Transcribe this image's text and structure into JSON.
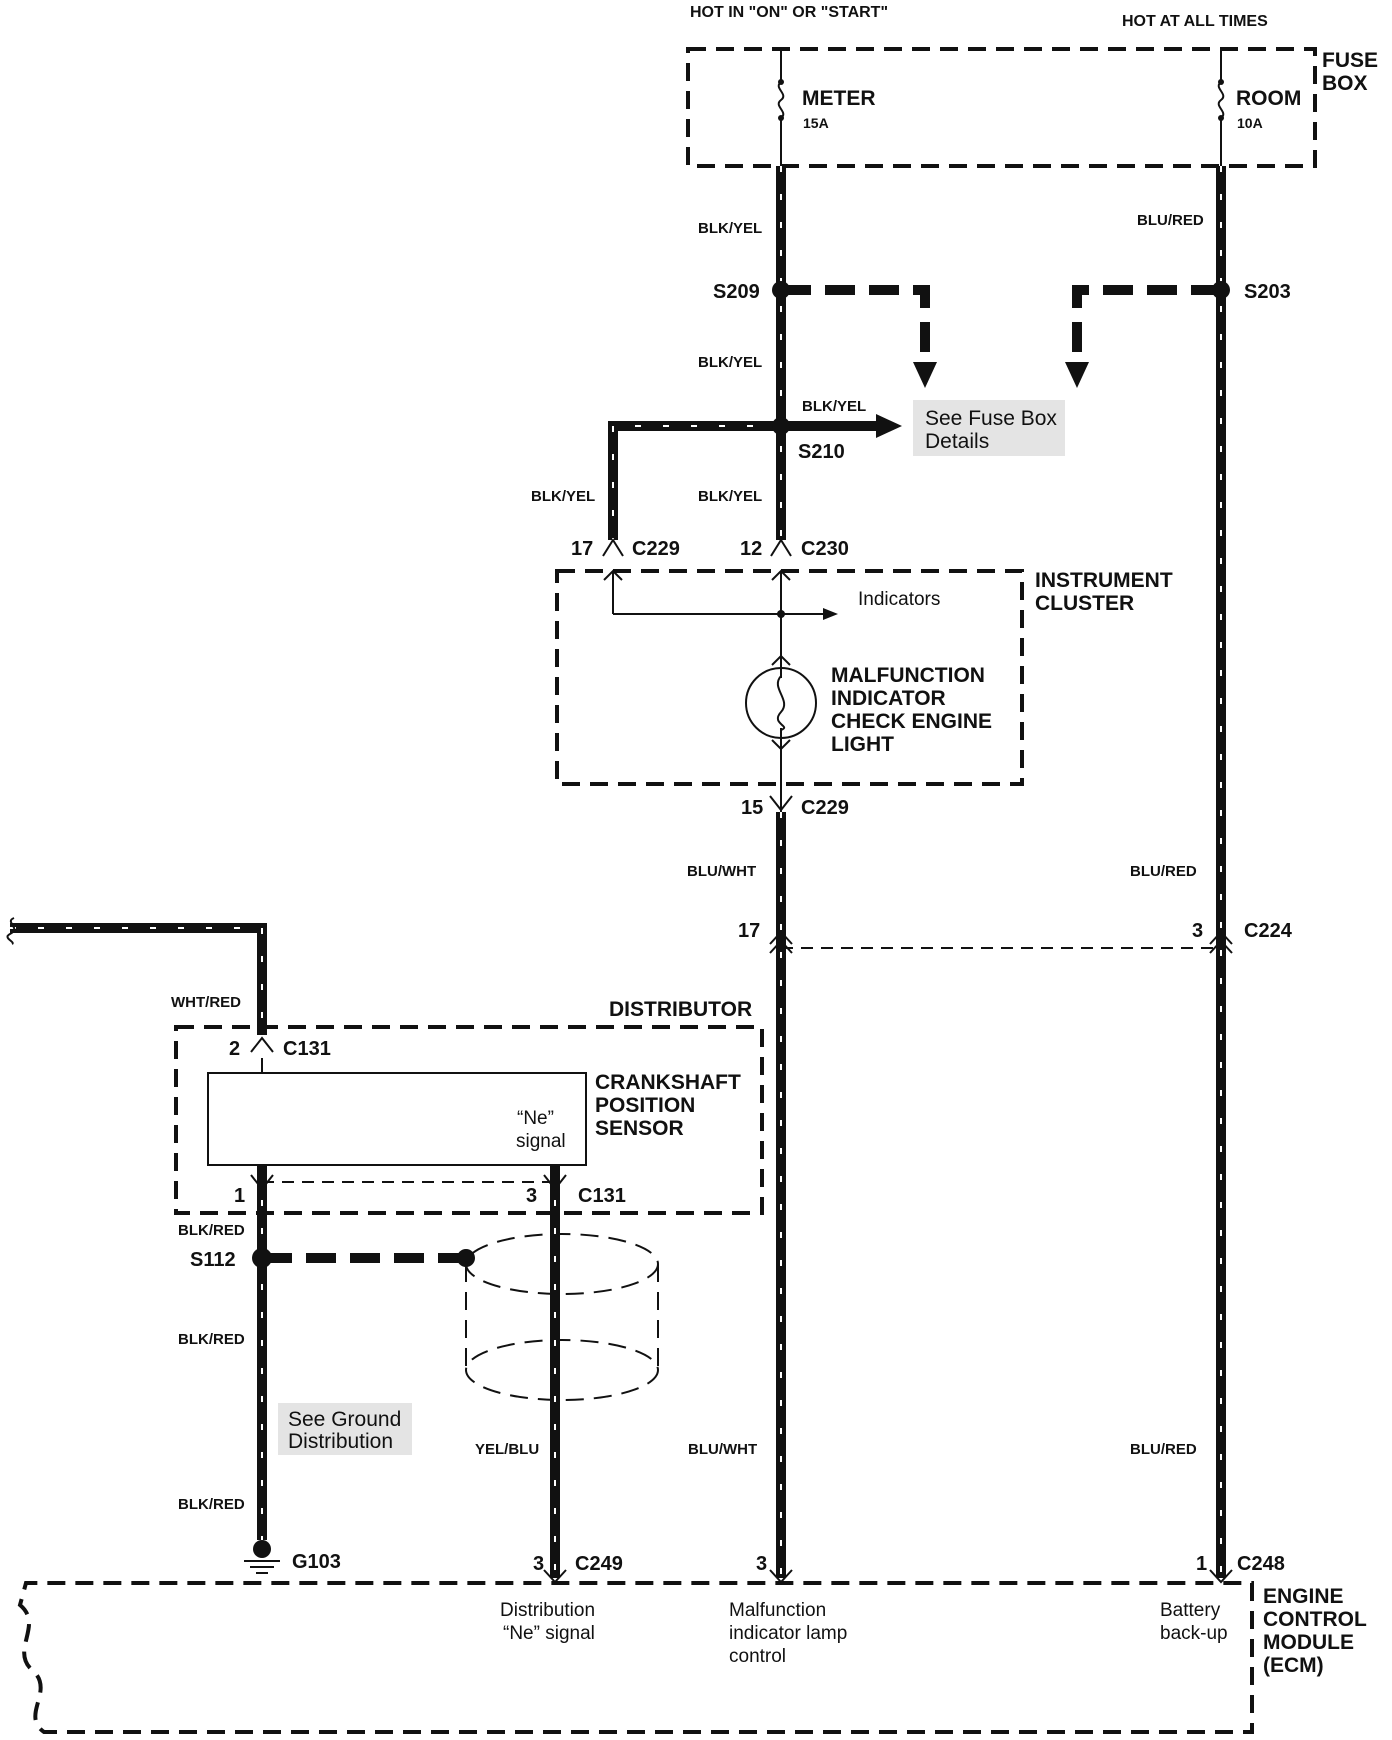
{
  "header": {
    "hot_on_start": "HOT IN \"ON\" OR \"START\"",
    "hot_all_times": "HOT AT ALL TIMES"
  },
  "fuse_box": {
    "title_line1": "FUSE",
    "title_line2": "BOX",
    "fuse_meter_name": "METER",
    "fuse_meter_rating": "15A",
    "fuse_room_name": "ROOM",
    "fuse_room_rating": "10A"
  },
  "wires": {
    "blk_yel": "BLK/YEL",
    "blu_red": "BLU/RED",
    "blu_wht": "BLU/WHT",
    "wht_red": "WHT/RED",
    "blk_red": "BLK/RED",
    "yel_blu": "YEL/BLU"
  },
  "splices": {
    "s209": "S209",
    "s203": "S203",
    "s210": "S210",
    "s112": "S112"
  },
  "connectors": {
    "c229": "C229",
    "c230": "C230",
    "c224": "C224",
    "c131": "C131",
    "c249": "C249",
    "c248": "C248",
    "pin17": "17",
    "pin12": "12",
    "pin15": "15",
    "pin3": "3",
    "pin2": "2",
    "pin1": "1"
  },
  "ground": {
    "label": "G103"
  },
  "notes": {
    "see_fuse_box_line1": "See Fuse Box",
    "see_fuse_box_line2": "Details",
    "see_ground_line1": "See Ground",
    "see_ground_line2": "Distribution"
  },
  "instrument_cluster": {
    "title_line1": "INSTRUMENT",
    "title_line2": "CLUSTER",
    "indicators": "Indicators",
    "mil_line1": "MALFUNCTION",
    "mil_line2": "INDICATOR",
    "mil_line3": "CHECK ENGINE",
    "mil_line4": "LIGHT"
  },
  "distributor": {
    "title": "DISTRIBUTOR",
    "sensor_line1": "CRANKSHAFT",
    "sensor_line2": "POSITION",
    "sensor_line3": "SENSOR",
    "signal_line1": "“Ne”",
    "signal_line2": "signal"
  },
  "ecm": {
    "title_line1": "ENGINE",
    "title_line2": "CONTROL",
    "title_line3": "MODULE",
    "title_line4": "(ECM)",
    "dist_line1": "Distribution",
    "dist_line2": "“Ne” signal",
    "mil_line1": "Malfunction",
    "mil_line2": "indicator lamp",
    "mil_line3": "control",
    "batt_line1": "Battery",
    "batt_line2": "back-up"
  }
}
